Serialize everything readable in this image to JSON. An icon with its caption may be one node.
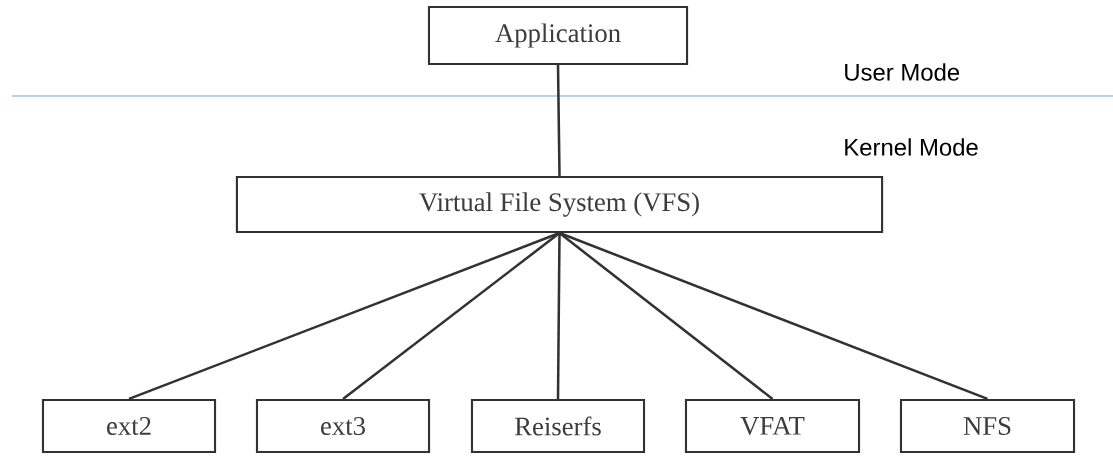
{
  "diagram": {
    "nodes": [
      {
        "text": [
          "Application"
        ]
      },
      {
        "text": [
          "Virtual File System (VFS)"
        ]
      },
      {
        "text": [
          "ext2"
        ]
      },
      {
        "text": [
          "ext3"
        ]
      },
      {
        "text": [
          "Reiserfs"
        ]
      },
      {
        "text": [
          "VFAT"
        ]
      },
      {
        "text": [
          "NFS"
        ]
      }
    ],
    "edges": [
      {
        "from": 0,
        "to": 1,
        "arrow": "none"
      },
      {
        "from": 1,
        "to": 2,
        "arrow": "none"
      },
      {
        "from": 1,
        "to": 3,
        "arrow": "none"
      },
      {
        "from": 1,
        "to": 4,
        "arrow": "none"
      },
      {
        "from": 1,
        "to": 5,
        "arrow": "none"
      },
      {
        "from": 1,
        "to": 6,
        "arrow": "none"
      }
    ],
    "labels": [
      "User Mode",
      "Kernel Mode"
    ]
  }
}
